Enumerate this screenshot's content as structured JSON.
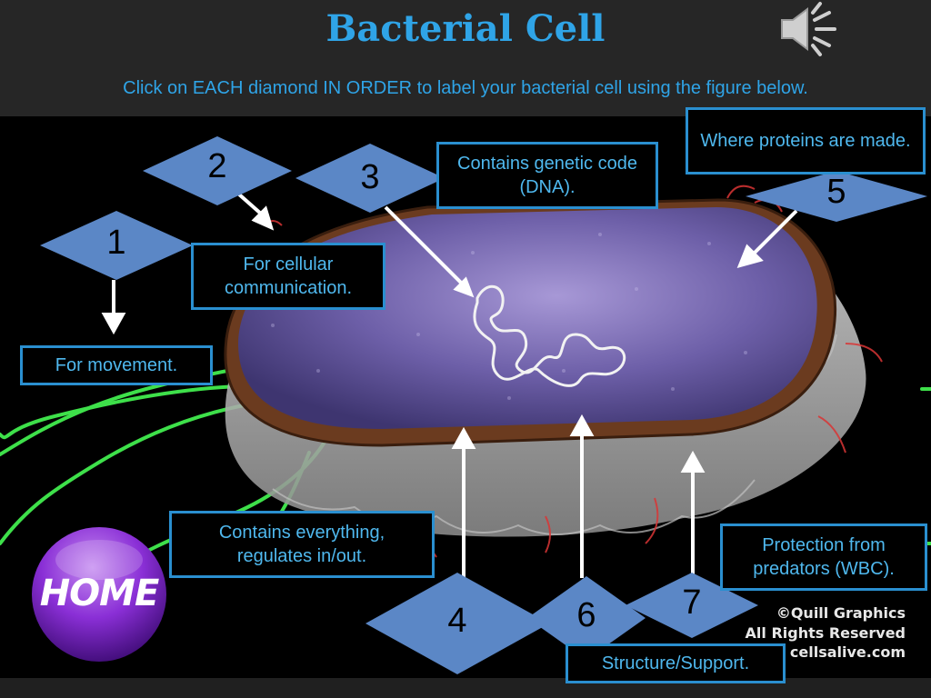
{
  "header": {
    "title": "Bacterial Cell",
    "instruction": "Click on EACH diamond IN ORDER to label your bacterial cell using the figure below."
  },
  "diamonds": [
    {
      "number": "1"
    },
    {
      "number": "2"
    },
    {
      "number": "3"
    },
    {
      "number": "4"
    },
    {
      "number": "5"
    },
    {
      "number": "6"
    },
    {
      "number": "7"
    }
  ],
  "labels": {
    "flagella": "For movement.",
    "pili": "For cellular communication.",
    "nucleoid": "Contains genetic code (DNA).",
    "cytoplasm": "Contains everything, regulates in/out.",
    "ribosomes": "Where proteins are made.",
    "capsule": "Protection from predators (WBC).",
    "cell_wall": "Structure/Support."
  },
  "home_button": "HOME",
  "copyright": {
    "line1": "©Quill Graphics",
    "line2": "All Rights Reserved",
    "line3": "cellsalive.com"
  },
  "icons": {
    "speaker": "speaker-icon"
  },
  "colors": {
    "accent": "#2fa4e7",
    "diamond": "#5b87c6",
    "label_border": "#2a8fd0",
    "label_text": "#4fb8ee",
    "flagella": "#3ee04a"
  }
}
